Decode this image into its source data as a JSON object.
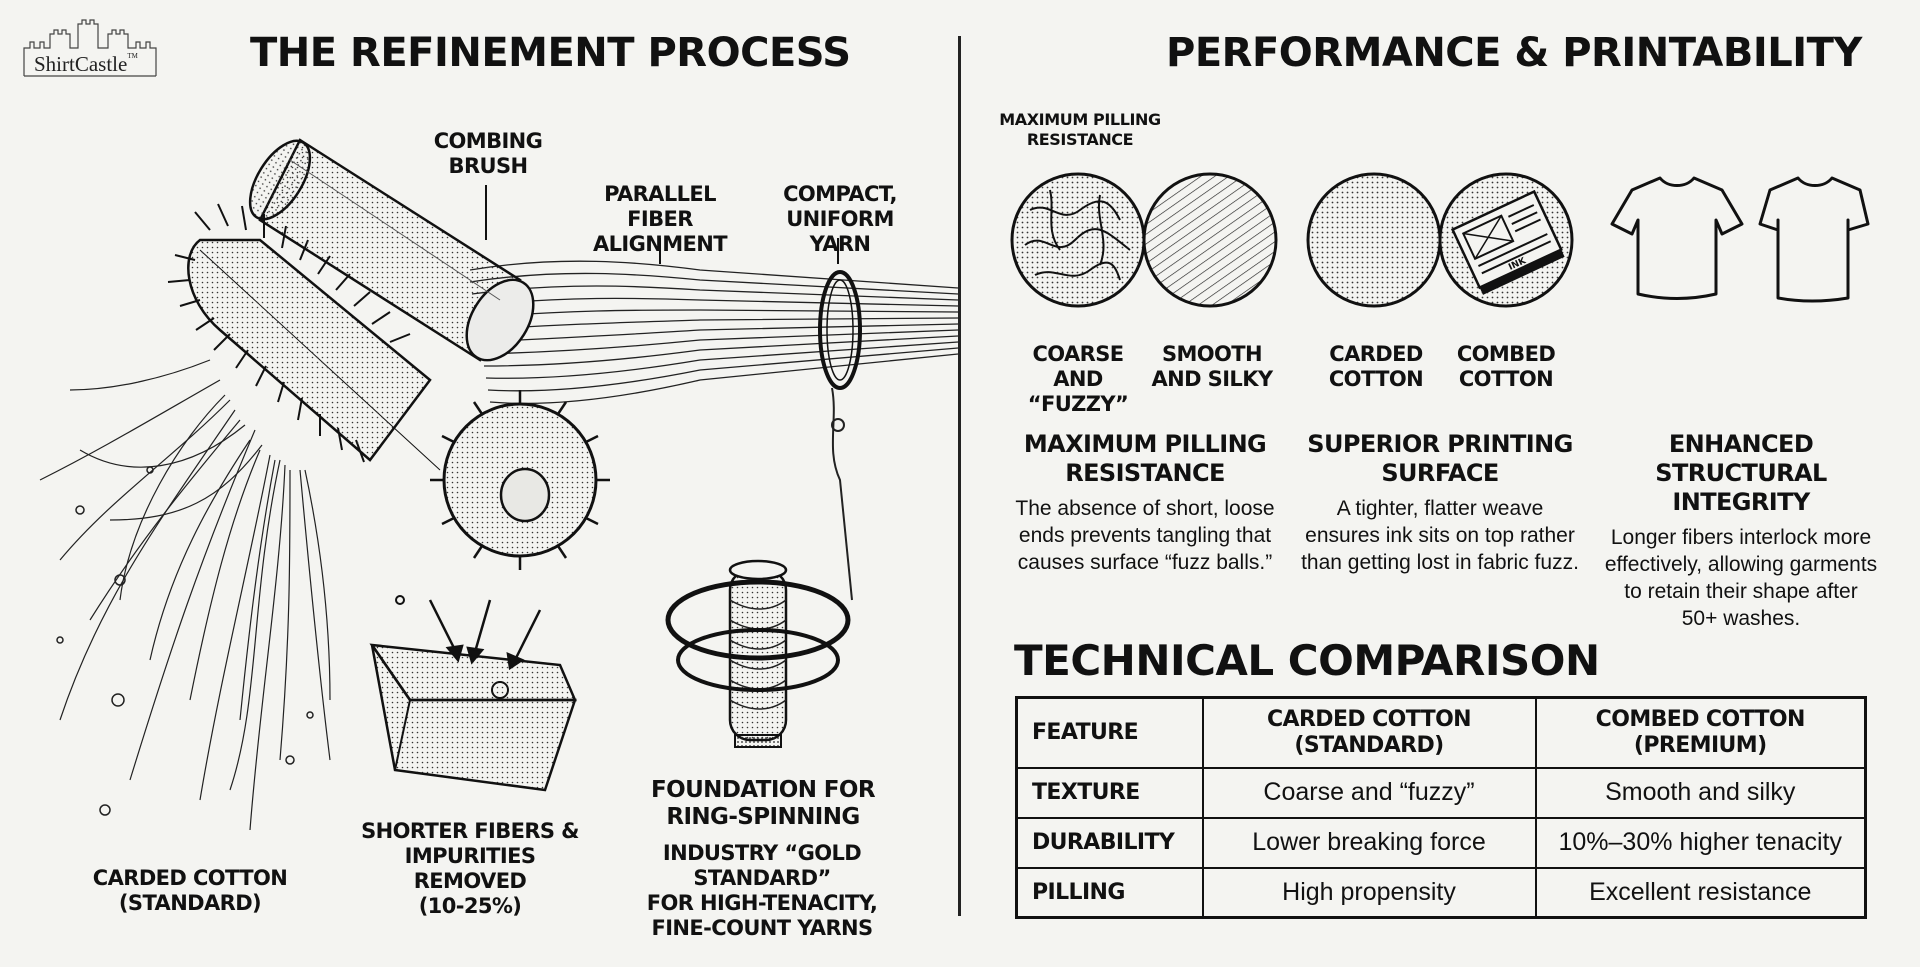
{
  "brand": {
    "name": "ShirtCastle",
    "tm": "TM"
  },
  "left": {
    "title": "THE REFINEMENT PROCESS",
    "labels": {
      "combing_brush": [
        "COMBING",
        "BRUSH"
      ],
      "parallel_fiber": [
        "PARALLEL FIBER",
        "ALIGNMENT"
      ],
      "compact_yarn": [
        "COMPACT,",
        "UNIFORM YARN"
      ],
      "carded_standard": [
        "CARDED COTTON",
        "(STANDARD)"
      ],
      "shorter_fibers": [
        "SHORTER FIBERS &",
        "IMPURITIES REMOVED",
        "(10-25%)"
      ],
      "foundation": [
        "FOUNDATION FOR",
        "RING-SPINNING"
      ],
      "industry": [
        "INDUSTRY “GOLD STANDARD”",
        "FOR HIGH-TENACITY,",
        "FINE-COUNT YARNS"
      ]
    }
  },
  "right": {
    "title": "PERFORMANCE & PRINTABILITY",
    "small_label": [
      "MAXIMUM PILLING",
      "RESISTANCE"
    ],
    "pair_labels": {
      "coarse": [
        "COARSE",
        "AND “FUZZY”"
      ],
      "smooth": [
        "SMOOTH",
        "AND SILKY"
      ],
      "carded": [
        "CARDED",
        "COTTON"
      ],
      "combed": [
        "COMBED",
        "COTTON"
      ]
    },
    "features": [
      {
        "title": [
          "MAXIMUM PILLING",
          "RESISTANCE"
        ],
        "text": [
          "The absence of short, loose",
          "ends prevents tangling that",
          "causes surface “fuzz balls.”"
        ]
      },
      {
        "title": [
          "SUPERIOR PRINTING",
          "SURFACE"
        ],
        "text": [
          "A tighter, flatter weave",
          "ensures ink sits on top rather",
          "than getting lost in fabric fuzz."
        ]
      },
      {
        "title": [
          "ENHANCED STRUCTURAL",
          "INTEGRITY"
        ],
        "text": [
          "Longer fibers interlock more",
          "effectively, allowing garments",
          "to retain their shape after",
          "50+ washes."
        ]
      }
    ],
    "table": {
      "title": "TECHNICAL COMPARISON",
      "headers": [
        "FEATURE",
        [
          "CARDED COTTON",
          "(STANDARD)"
        ],
        [
          "COMBED COTTON",
          "(PREMIUM)"
        ]
      ],
      "rows": [
        [
          "TEXTURE",
          "Coarse and “fuzzy”",
          "Smooth and silky"
        ],
        [
          "DURABILITY",
          "Lower breaking force",
          "10%–30% higher tenacity"
        ],
        [
          "PILLING",
          "High propensity",
          "Excellent resistance"
        ]
      ]
    }
  },
  "illustration_text": {
    "box_stamp": "INK"
  },
  "colors": {
    "ink": "#111111",
    "paper": "#f4f4f1"
  }
}
